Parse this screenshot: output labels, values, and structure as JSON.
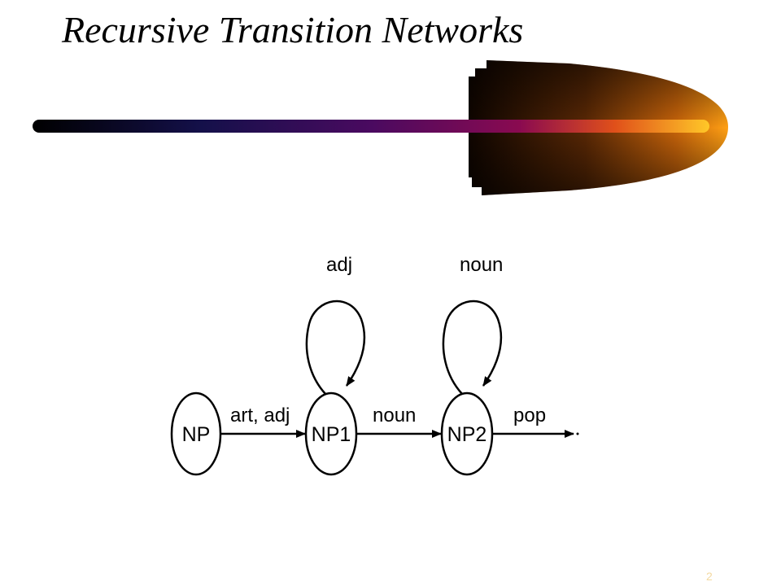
{
  "slide": {
    "title": "Recursive Transition Networks",
    "number": "2"
  },
  "colors": {
    "title": "#000000",
    "bar_start": "#000000",
    "bar_mid": "#1a0a4a",
    "bar_magenta": "#7a0a5a",
    "bar_end": "#ffc020",
    "bullet_dark": "#1a0800",
    "bullet_light": "#ff9a10",
    "diagram_stroke": "#000000"
  },
  "diagram": {
    "nodes": [
      {
        "id": "NP",
        "label": "NP"
      },
      {
        "id": "NP1",
        "label": "NP1"
      },
      {
        "id": "NP2",
        "label": "NP2"
      }
    ],
    "edges": [
      {
        "from": "NP",
        "to": "NP1",
        "label": "art, adj"
      },
      {
        "from": "NP1",
        "to": "NP2",
        "label": "noun"
      },
      {
        "from": "NP2",
        "to": "end",
        "label": "pop"
      }
    ],
    "loops": [
      {
        "node": "NP1",
        "label": "adj"
      },
      {
        "node": "NP2",
        "label": "noun"
      }
    ]
  }
}
